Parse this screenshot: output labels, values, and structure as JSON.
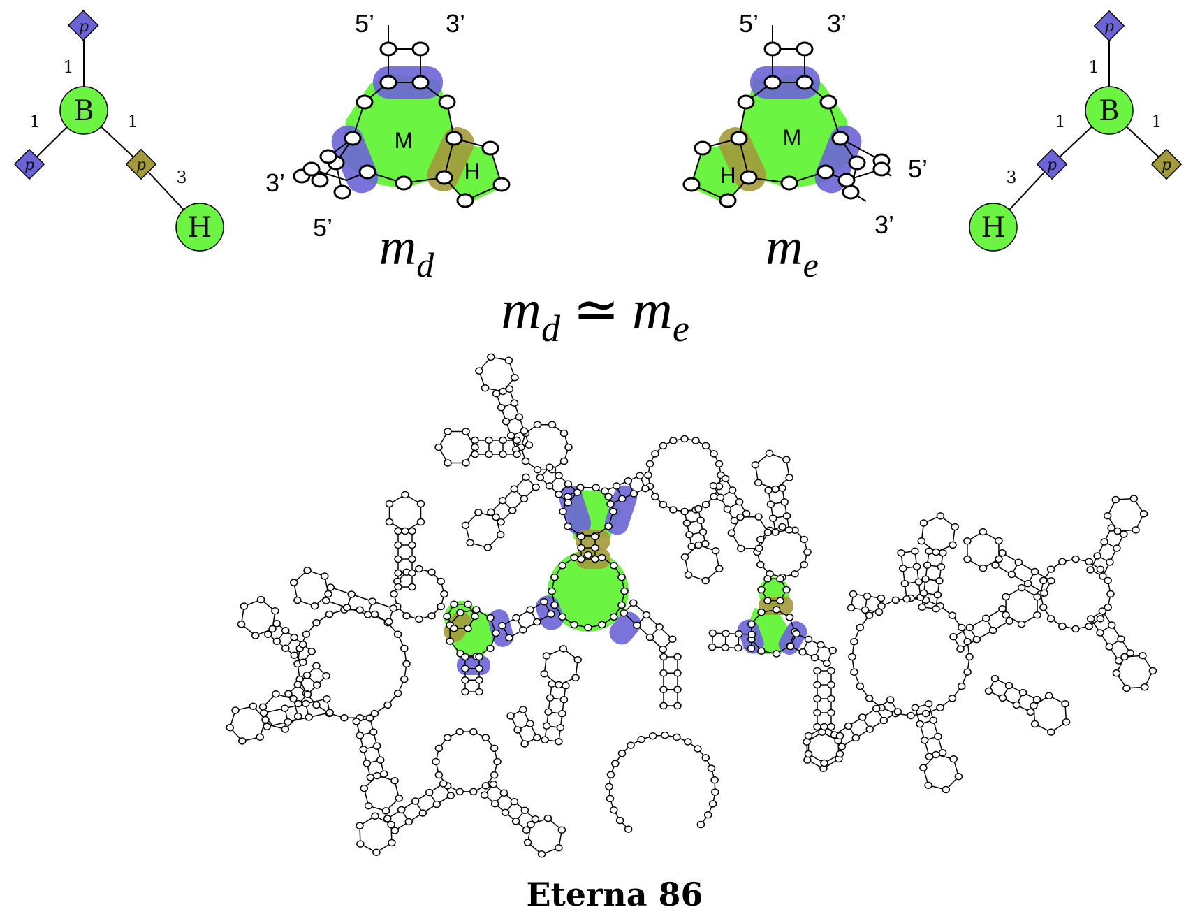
{
  "colors": {
    "green": "#6bf542",
    "blue": "#6c64d6",
    "olive": "#a39a3c"
  },
  "tree_left": {
    "root_label": "B",
    "hairpin_label": "H",
    "p_label": "p",
    "edge_top": "1",
    "edge_left": "1",
    "edge_right": "1",
    "edge_hairpin": "3"
  },
  "tree_right": {
    "root_label": "B",
    "hairpin_label": "H",
    "p_label": "p",
    "edge_top": "1",
    "edge_left": "1",
    "edge_right": "1",
    "edge_hairpin": "3"
  },
  "motif_d": {
    "multiloop_label": "M",
    "hairpin_label": "H",
    "end_top_5": "5’",
    "end_top_3": "3’",
    "end_left_3": "3’",
    "end_left_5": "5’",
    "name_base": "m",
    "name_sub": "d"
  },
  "motif_e": {
    "multiloop_label": "M",
    "hairpin_label": "H",
    "end_top_5": "5’",
    "end_top_3": "3’",
    "end_right_5": "5’",
    "end_right_3": "3’",
    "name_base": "m",
    "name_sub": "e"
  },
  "equivalence": {
    "left_base": "m",
    "left_sub": "d",
    "relation": "≃",
    "right_base": "m",
    "right_sub": "e"
  },
  "structure": {
    "caption": "Eterna 86"
  }
}
